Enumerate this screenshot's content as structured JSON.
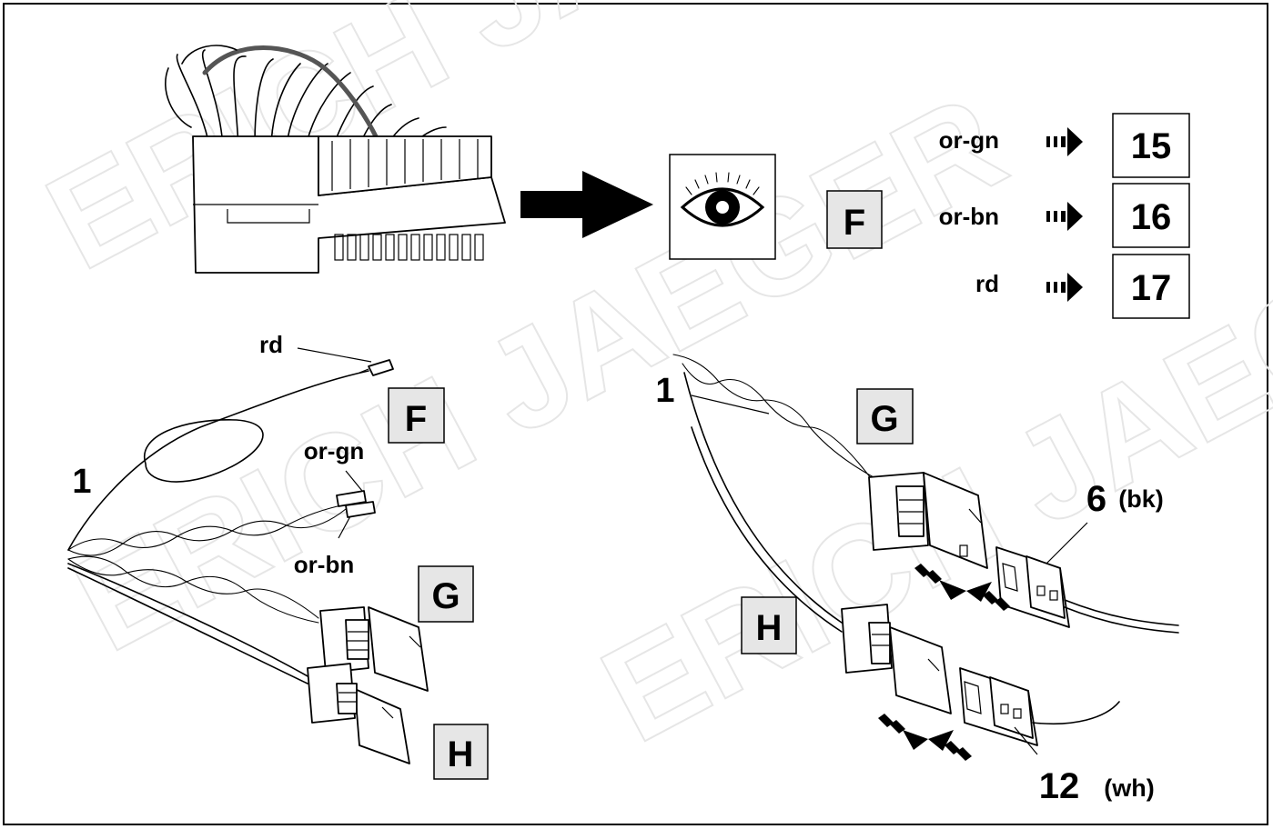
{
  "watermark": "ERICH JAEGER",
  "mapping": [
    {
      "wire": "or-gn",
      "pin": "15"
    },
    {
      "wire": "or-bn",
      "pin": "16"
    },
    {
      "wire": "rd",
      "pin": "17"
    }
  ],
  "connector_letters": {
    "F": "F",
    "G": "G",
    "H": "H"
  },
  "left_detail": {
    "cable_number": "1",
    "wire_rd": "rd",
    "wire_or_gn": "or-gn",
    "wire_or_bn": "or-bn"
  },
  "right_detail": {
    "cable_number": "1",
    "pin_6": "6",
    "pin_6_color": "(bk)",
    "pin_12": "12",
    "pin_12_color": "(wh)"
  },
  "icons": {
    "view": "eye-icon",
    "direction": "big-arrow-right-icon",
    "maps_to": "dashed-arrow-right-icon",
    "mate": "mating-arrows-icon"
  },
  "colors": {
    "line": "#000000",
    "label_box": "#e6e6e6",
    "watermark": "#e6e6e6"
  }
}
